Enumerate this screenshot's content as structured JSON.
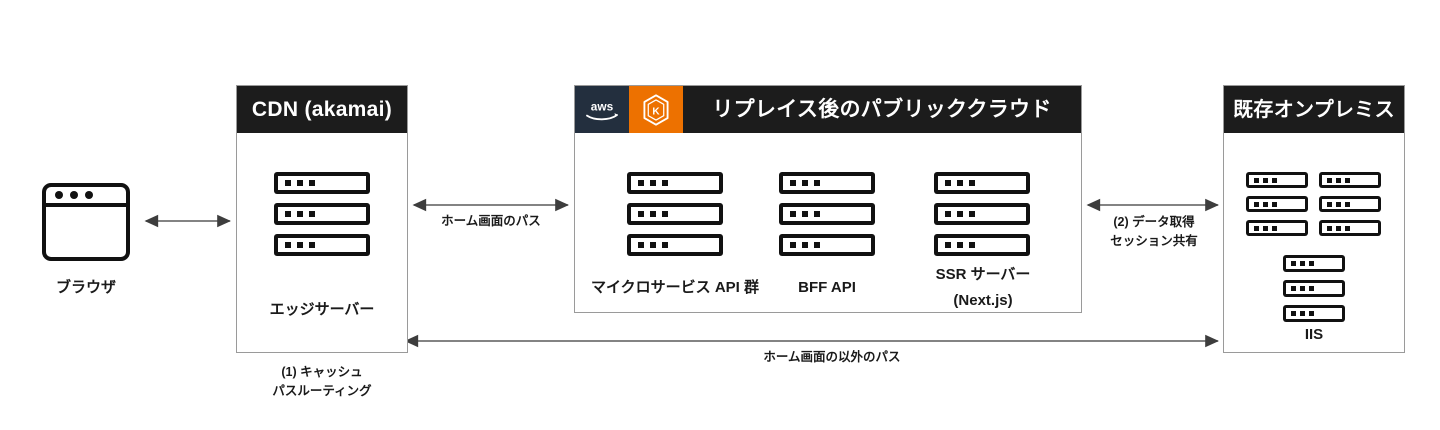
{
  "diagram": {
    "browser": {
      "label": "ブラウザ",
      "icon": "browser-window-icon"
    },
    "cdn": {
      "title": "CDN (akamai)",
      "node_label": "エッジサーバー",
      "caption_line1": "(1) キャッシュ",
      "caption_line2": "パスルーティング",
      "server_count": 3
    },
    "cloud": {
      "title": "リプレイス後のパブリッククラウド",
      "brand_aws": "aws",
      "brand_k8s": "kubernetes-hexagon-icon",
      "groups": [
        {
          "label": "マイクロサービス API 群",
          "label_line2": "",
          "server_count": 3
        },
        {
          "label": "BFF API",
          "label_line2": "",
          "server_count": 3
        },
        {
          "label": "SSR サーバー",
          "label_line2": "(Next.js)",
          "server_count": 3
        }
      ]
    },
    "onprem": {
      "title": "既存オンプレミス",
      "grid_left_count": 3,
      "grid_right_count": 3,
      "iis_label": "IIS",
      "iis_count": 3
    },
    "edges": {
      "browser_cdn": "",
      "cdn_cloud": "ホーム画面のパス",
      "cloud_onprem_line1": "(2) データ取得",
      "cloud_onprem_line2": "セッション共有",
      "cdn_onprem": "ホーム画面の以外のパス"
    },
    "colors": {
      "header_bg": "#1C1C1C",
      "aws_bg": "#232F3E",
      "k8s_bg": "#ED7100",
      "border": "#9A9A9A",
      "ink": "#111111",
      "arrow": "#5A5A5A"
    }
  }
}
